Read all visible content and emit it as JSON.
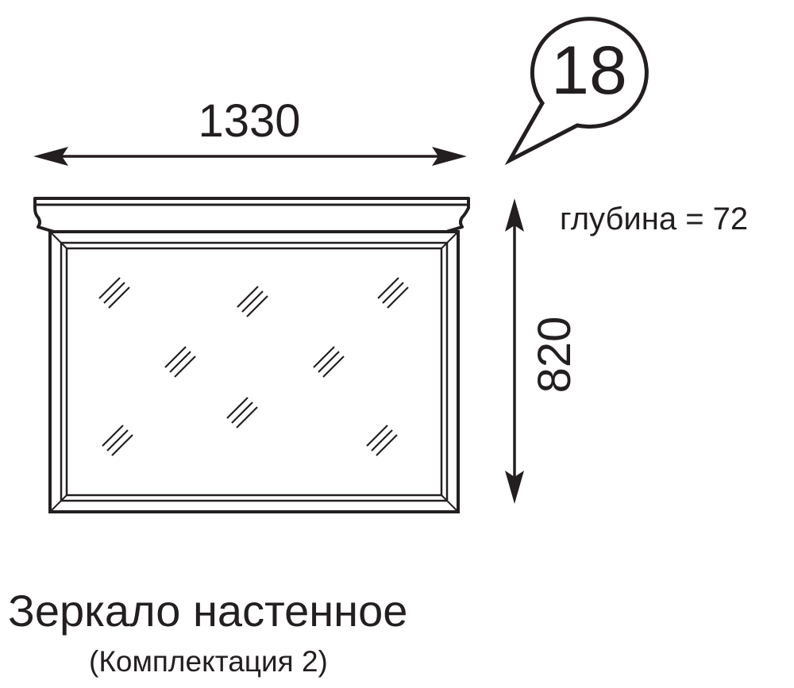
{
  "item_number": "18",
  "dimensions": {
    "width": "1330",
    "height": "820",
    "depth_label": "глубина = 72"
  },
  "caption": {
    "title": "Зеркало настенное",
    "subtitle": "(Комплектация 2)"
  },
  "colors": {
    "ink": "#231f20",
    "paper": "#ffffff"
  }
}
